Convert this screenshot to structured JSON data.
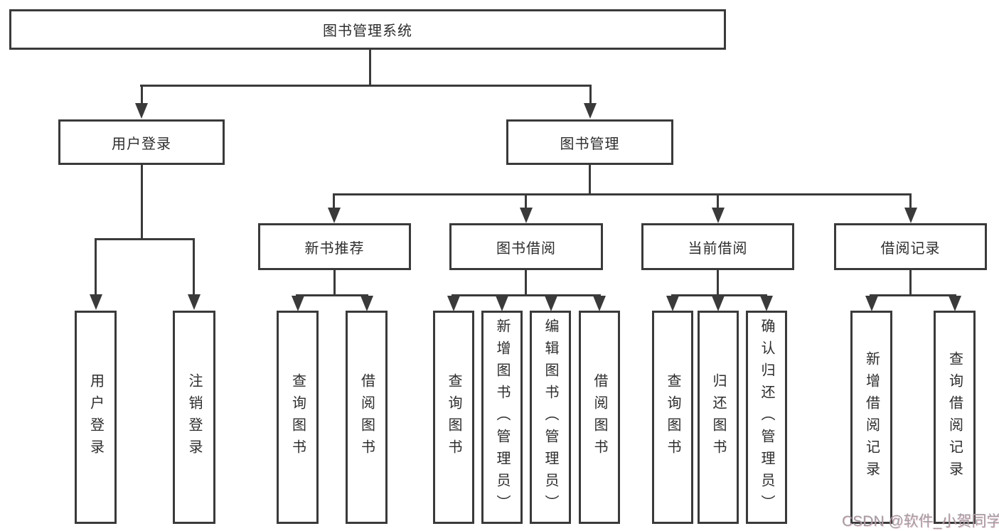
{
  "diagram_title": "图书管理系统",
  "watermark": "CSDN @软件_小贺同学",
  "colors": {
    "line": "#3a3a3a",
    "text": "#2d2d2d",
    "background": "#ffffff",
    "watermark_text": "#a29da3"
  },
  "nodes": {
    "root": {
      "label": "图书管理系统"
    },
    "user_login": {
      "label": "用户登录"
    },
    "book_mgmt": {
      "label": "图书管理"
    },
    "new_book_rec": {
      "label": "新书推荐"
    },
    "book_borrow": {
      "label": "图书借阅"
    },
    "current_borrow": {
      "label": "当前借阅"
    },
    "borrow_records": {
      "label": "借阅记录"
    },
    "leaf_user_login": {
      "label": "用户登录"
    },
    "leaf_logout": {
      "label": "注销登录"
    },
    "leaf_nbr_query_books": {
      "label": "查询图书"
    },
    "leaf_nbr_borrow_books": {
      "label": "借阅图书"
    },
    "leaf_bb_query_books": {
      "label": "查询图书"
    },
    "leaf_bb_add_books": {
      "label": "新增图书（管理员）"
    },
    "leaf_bb_edit_books": {
      "label": "编辑图书（管理员）"
    },
    "leaf_bb_borrow_books": {
      "label": "借阅图书"
    },
    "leaf_cb_query_books": {
      "label": "查询图书"
    },
    "leaf_cb_return_books": {
      "label": "归还图书"
    },
    "leaf_cb_confirm_return": {
      "label": "确认归还（管理员）"
    },
    "leaf_br_add_record": {
      "label": "新增借阅记录"
    },
    "leaf_br_query_record": {
      "label": "查询借阅记录"
    }
  }
}
